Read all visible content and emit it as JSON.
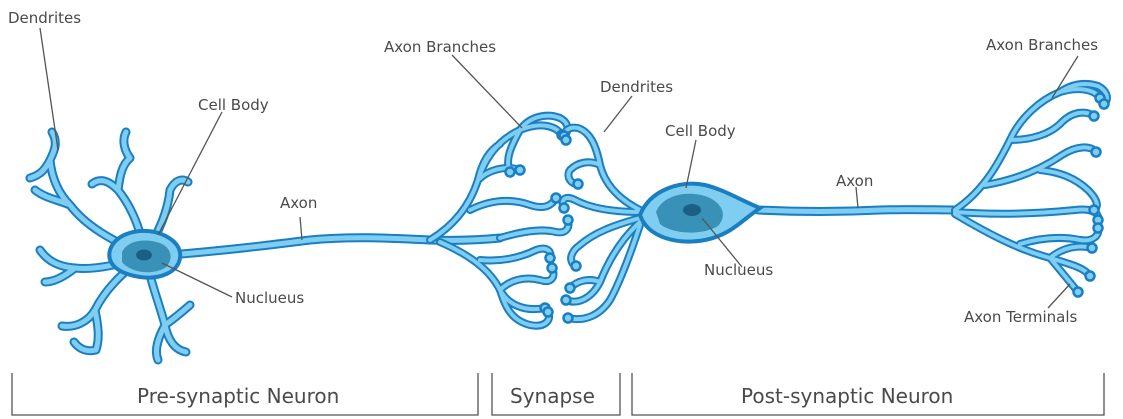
{
  "colors": {
    "neuron_outline": "#1a7fc1",
    "neuron_fill": "#7fcdf0",
    "nucleus_fill": "#1c5f86",
    "cell_body_fill": "#3a91b8",
    "text": "#4a4a4a",
    "leader_line": "#555555"
  },
  "labels": {
    "pre_dendrites": "Dendrites",
    "pre_cell_body": "Cell Body",
    "pre_axon": "Axon",
    "pre_nucleus": "Nuclueus",
    "axon_branches_mid": "Axon Branches",
    "post_dendrites": "Dendrites",
    "post_cell_body": "Cell Body",
    "post_nucleus": "Nuclueus",
    "post_axon": "Axon",
    "axon_branches_right": "Axon Branches",
    "axon_terminals": "Axon Terminals"
  },
  "sections": {
    "pre_synaptic": "Pre-synaptic Neuron",
    "synapse": "Synapse",
    "post_synaptic": "Post-synaptic Neuron"
  }
}
